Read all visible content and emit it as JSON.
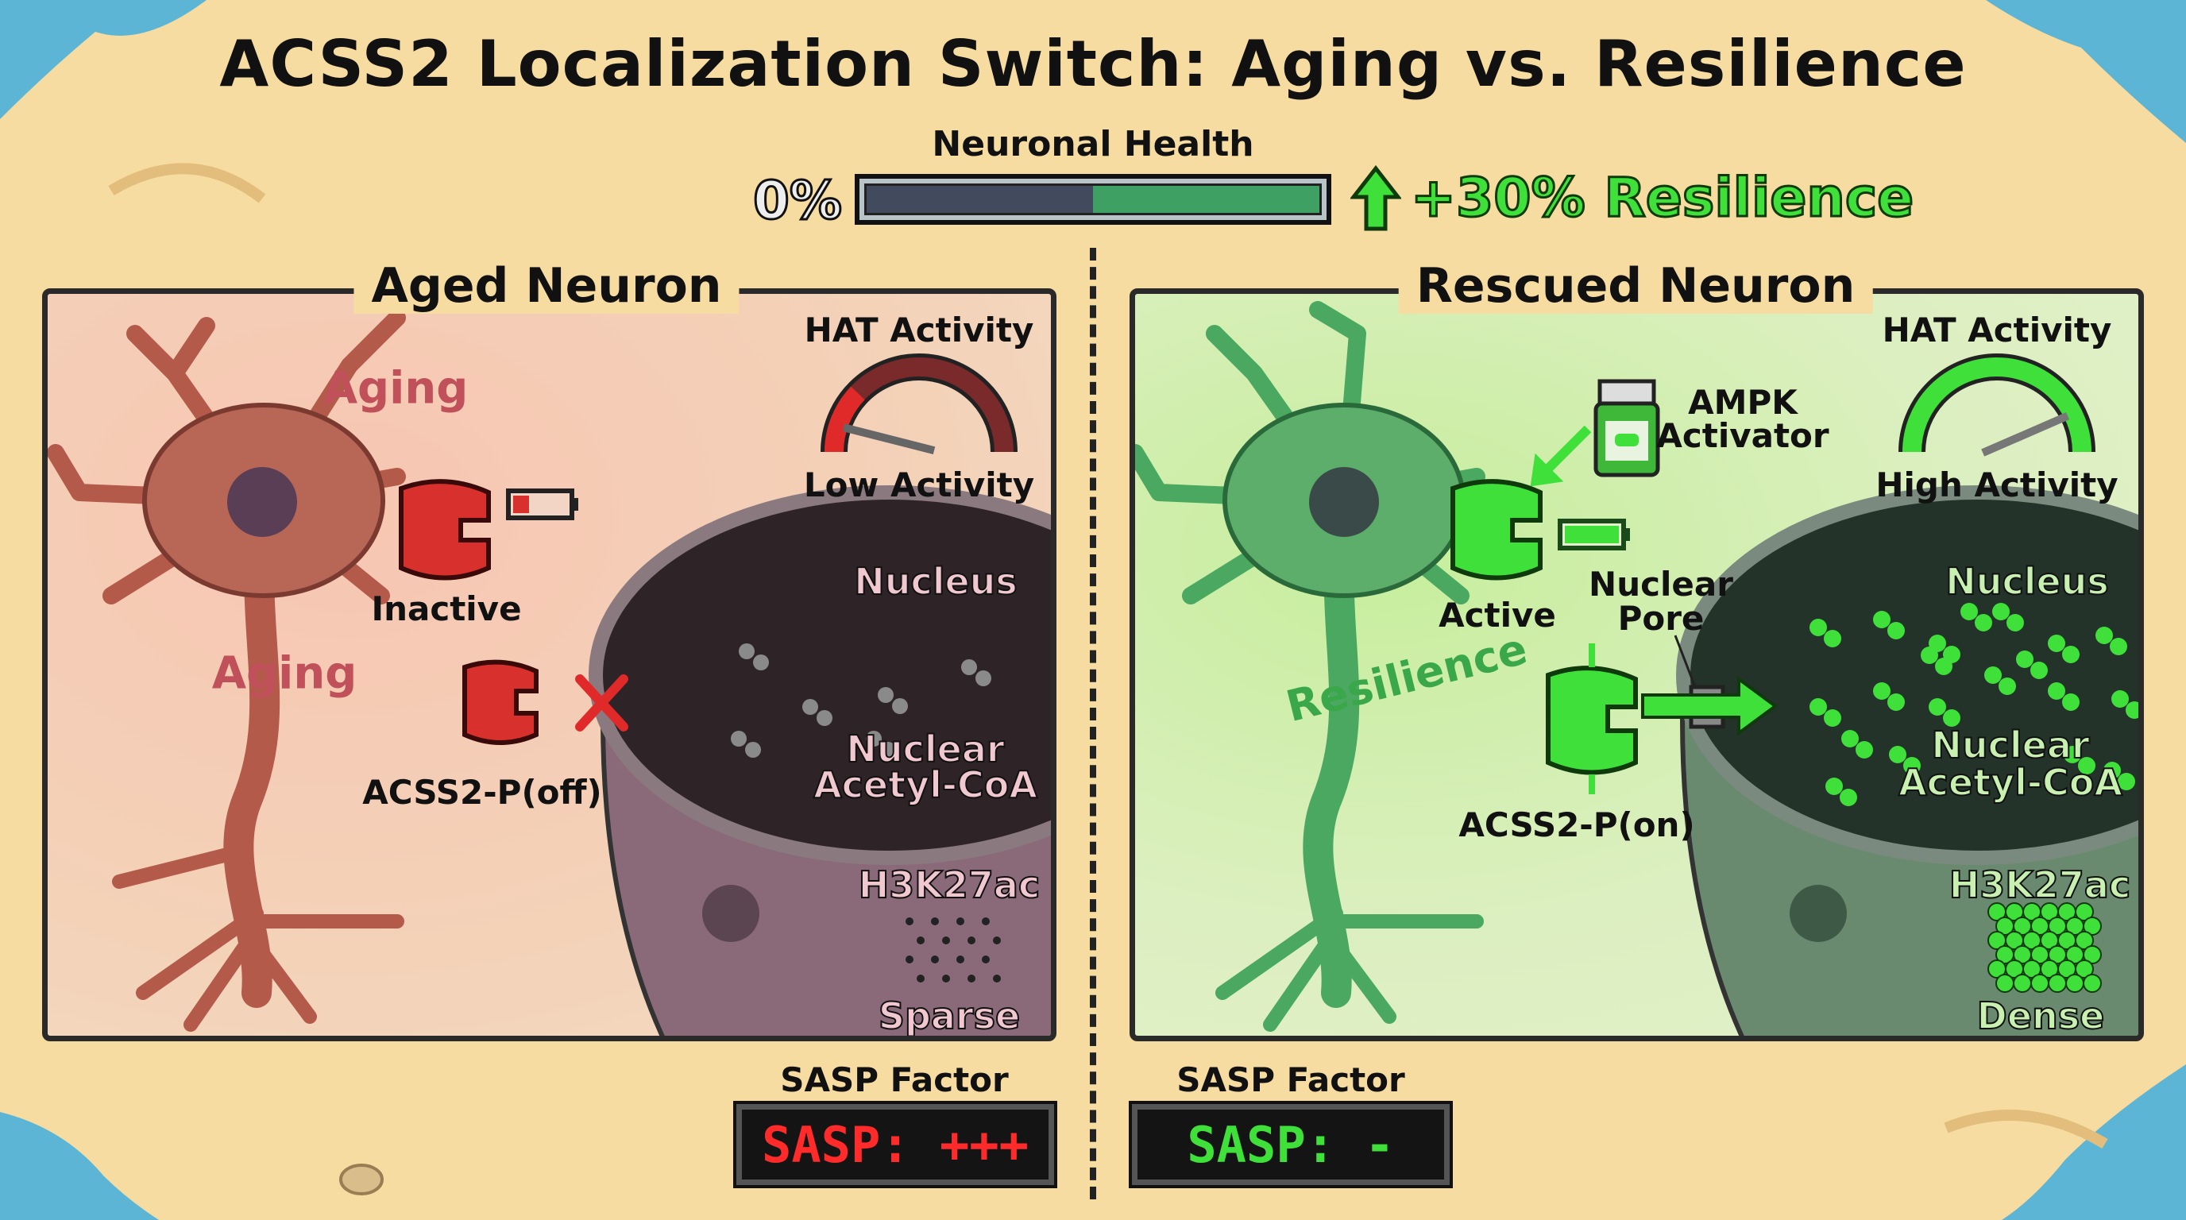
{
  "title": "ACSS2 Localization Switch: Aging vs. Resilience",
  "health": {
    "label": "Neuronal Health",
    "min_label": "0%",
    "bar_baseline_fraction": 0.5,
    "bar_gain_fraction": 0.5,
    "gain_text": "+30% Resilience",
    "gain_icon": "up-arrow-icon"
  },
  "aged": {
    "title": "Aged Neuron",
    "aging_label_1": "Aging",
    "aging_label_2": "Aging",
    "hat_title": "HAT Activity",
    "hat_status": "Low Activity",
    "hat_level": 0.1,
    "enzyme_state": "Inactive",
    "enzyme_battery": "empty",
    "acss2_label": "ACSS2-P(off)",
    "blocked_icon": "red-x-icon",
    "nucleus_label": "Nucleus",
    "acetyl_label_1": "Nuclear",
    "acetyl_label_2": "Acetyl-CoA",
    "h3k27ac_label": "H3K27ac",
    "h3k27ac_state": "Sparse",
    "color": "#d8302c"
  },
  "rescued": {
    "title": "Rescued Neuron",
    "resilience_label": "Resilience",
    "hat_title": "HAT Activity",
    "hat_status": "High Activity",
    "hat_level": 0.85,
    "activator_label_1": "AMPK",
    "activator_label_2": "Activator",
    "enzyme_state": "Active",
    "enzyme_battery": "full",
    "pore_label_1": "Nuclear",
    "pore_label_2": "Pore",
    "acss2_label": "ACSS2-P(on)",
    "nucleus_label": "Nucleus",
    "acetyl_label_1": "Nuclear",
    "acetyl_label_2": "Acetyl-CoA",
    "h3k27ac_label": "H3K27ac",
    "h3k27ac_state": "Dense",
    "color": "#3fe03a"
  },
  "sasp": {
    "aged_label": "SASP Factor",
    "aged_value": "SASP: +++",
    "aged_color": "#ff2a2a",
    "rescued_label": "SASP Factor",
    "rescued_value": "SASP: -",
    "rescued_color": "#3fe03a"
  }
}
